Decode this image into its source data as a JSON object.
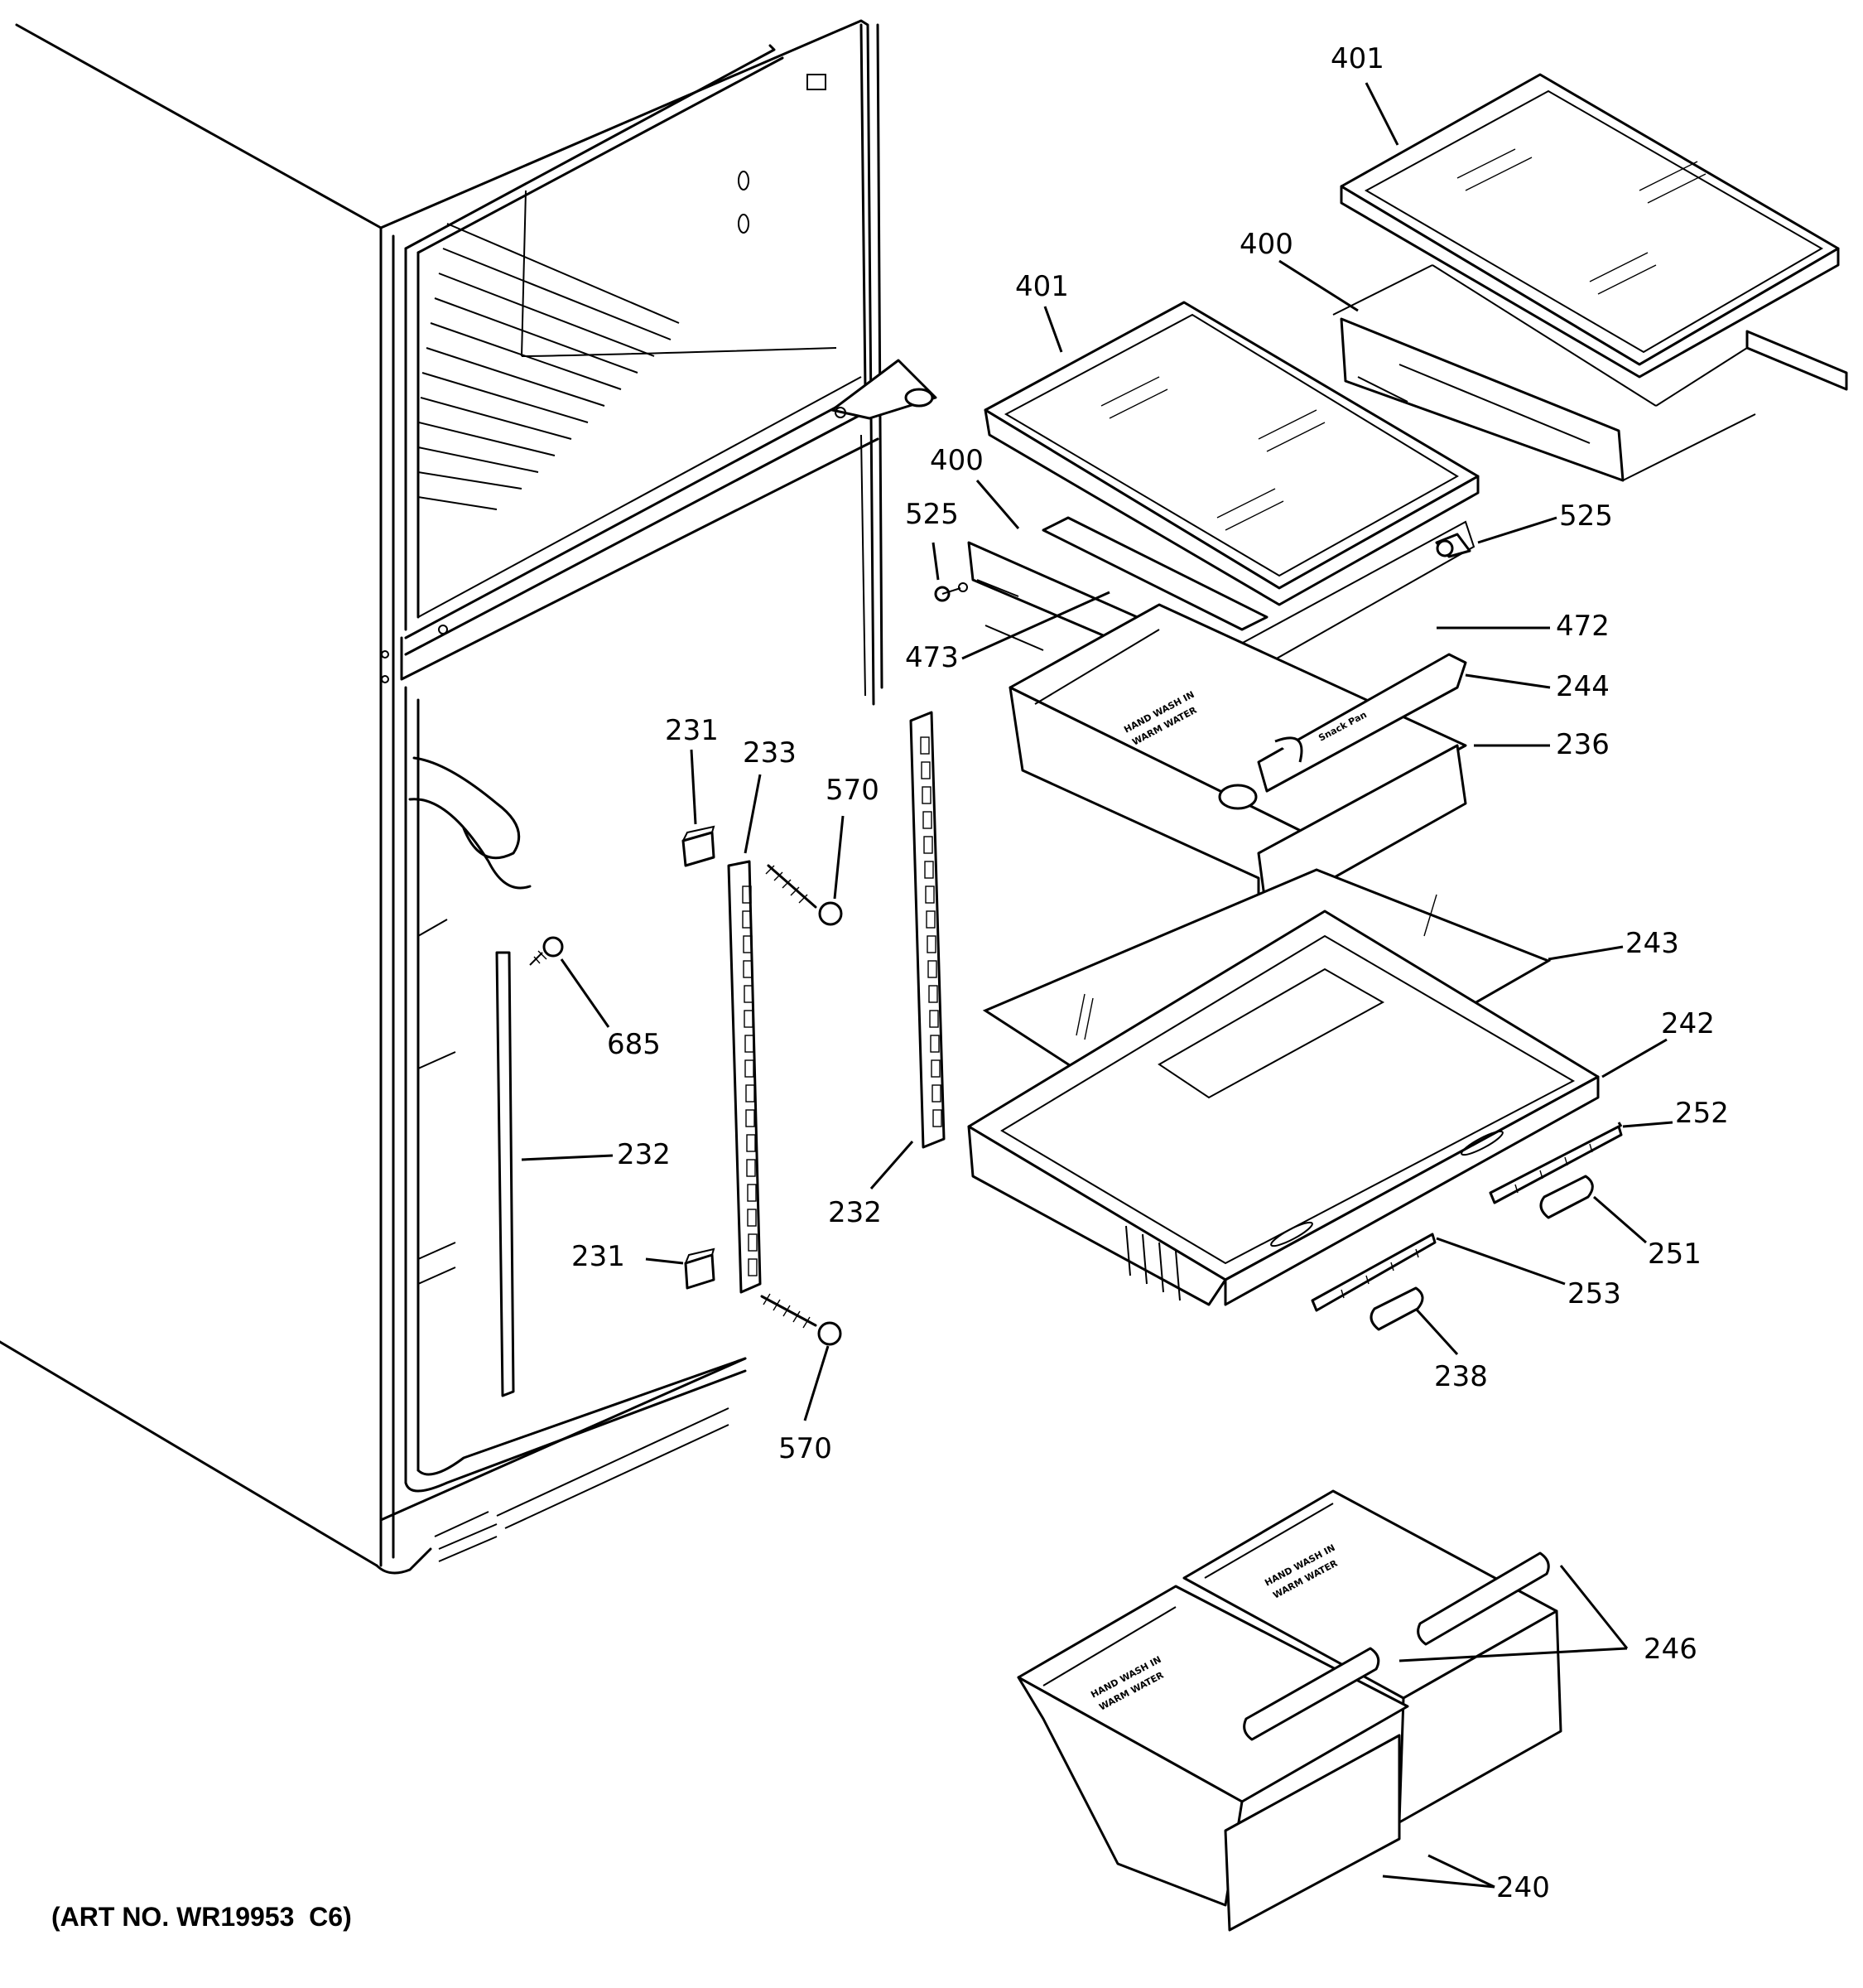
{
  "diagram": {
    "art_number": "(ART NO. WR19953  C6)",
    "callouts": [
      {
        "id": "c401a",
        "text": "401"
      },
      {
        "id": "c400a",
        "text": "400"
      },
      {
        "id": "c401b",
        "text": "401"
      },
      {
        "id": "c400b",
        "text": "400"
      },
      {
        "id": "c525a",
        "text": "525"
      },
      {
        "id": "c525b",
        "text": "525"
      },
      {
        "id": "c472",
        "text": "472"
      },
      {
        "id": "c473",
        "text": "473"
      },
      {
        "id": "c244",
        "text": "244"
      },
      {
        "id": "c236",
        "text": "236"
      },
      {
        "id": "c231a",
        "text": "231"
      },
      {
        "id": "c233",
        "text": "233"
      },
      {
        "id": "c570a",
        "text": "570"
      },
      {
        "id": "c243",
        "text": "243"
      },
      {
        "id": "c242",
        "text": "242"
      },
      {
        "id": "c685",
        "text": "685"
      },
      {
        "id": "c252",
        "text": "252"
      },
      {
        "id": "c232a",
        "text": "232"
      },
      {
        "id": "c232b",
        "text": "232"
      },
      {
        "id": "c251",
        "text": "251"
      },
      {
        "id": "c231b",
        "text": "231"
      },
      {
        "id": "c253",
        "text": "253"
      },
      {
        "id": "c238",
        "text": "238"
      },
      {
        "id": "c570b",
        "text": "570"
      },
      {
        "id": "c246",
        "text": "246"
      },
      {
        "id": "c240",
        "text": "240"
      }
    ],
    "part_markings": {
      "snack_pan": "Snack Pan",
      "bin_text_line1": "HAND WASH IN",
      "bin_text_line2": "WARM WATER"
    }
  }
}
